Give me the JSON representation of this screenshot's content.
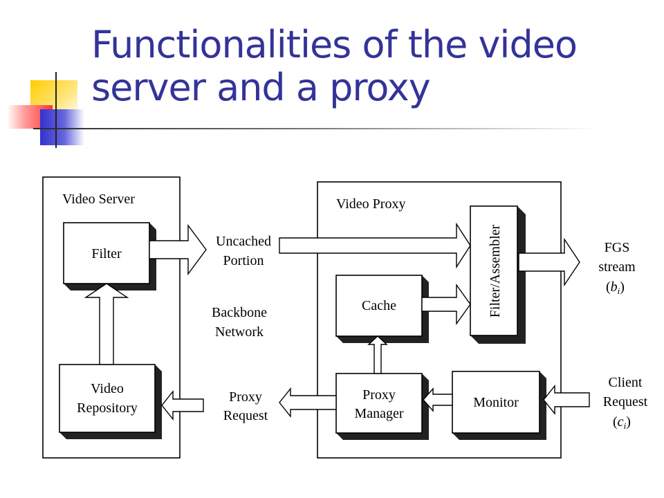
{
  "slide": {
    "title_line1": "Functionalities of the video",
    "title_line2": "server and a proxy",
    "accent_colors": {
      "title": "#333399",
      "yellow": "#FFCC00",
      "red": "#FF3333",
      "blue": "#3333CC"
    }
  },
  "diagram": {
    "server_label": "Video Server",
    "proxy_label": "Video Proxy",
    "filter": "Filter",
    "video_repository_1": "Video",
    "video_repository_2": "Repository",
    "uncached_1": "Uncached",
    "uncached_2": "Portion",
    "backbone_1": "Backbone",
    "backbone_2": "Network",
    "proxy_request_1": "Proxy",
    "proxy_request_2": "Request",
    "cache": "Cache",
    "filter_assembler": "Filter/Assembler",
    "proxy_manager_1": "Proxy",
    "proxy_manager_2": "Manager",
    "monitor": "Monitor",
    "fgs_1": "FGS",
    "fgs_2": "stream",
    "fgs_var": "b",
    "fgs_sub": "i",
    "client_1": "Client",
    "client_2": "Request",
    "client_var": "c",
    "client_sub": "i"
  }
}
